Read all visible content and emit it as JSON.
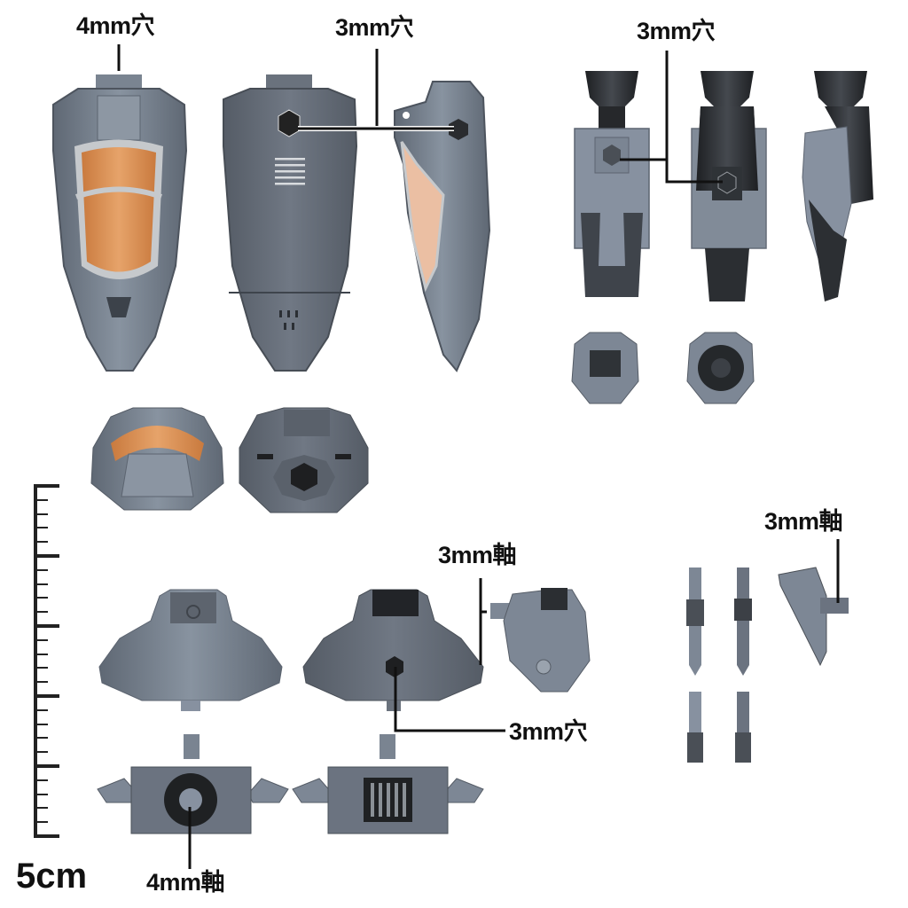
{
  "labels": {
    "top_left_hole": "4mm穴",
    "top_mid_hole": "3mm穴",
    "top_right_hole": "3mm穴",
    "mid_shaft": "3mm軸",
    "mid_hole": "3mm穴",
    "bottom_shaft": "4mm軸",
    "right_shaft": "3mm軸"
  },
  "scale": {
    "label": "5cm",
    "major_ticks": 6,
    "minor_per_segment": 4
  },
  "colors": {
    "part_gray": "#707a87",
    "part_gray_light": "#8a94a1",
    "part_dark": "#4a4f56",
    "part_black": "#2a2c2f",
    "clear_orange": "#d9904f",
    "clear_peach": "#e9b99a",
    "frame_light": "#c9ccce",
    "ink": "#111111"
  }
}
